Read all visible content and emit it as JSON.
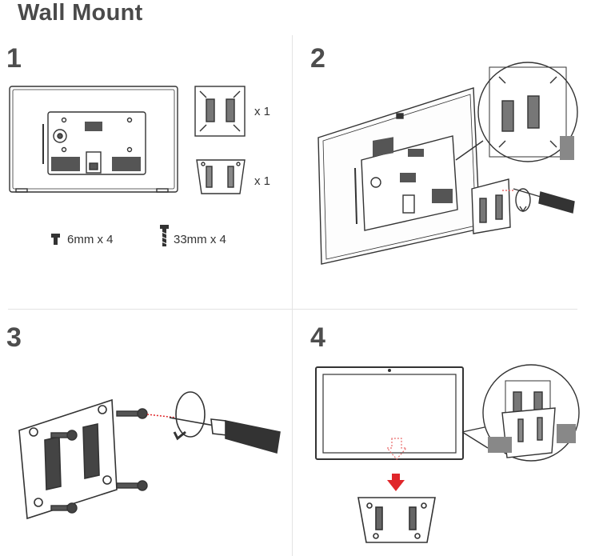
{
  "title": "Wall Mount",
  "steps": [
    {
      "number": "1"
    },
    {
      "number": "2"
    },
    {
      "number": "3"
    },
    {
      "number": "4"
    }
  ],
  "parts": {
    "plate_square_qty": "x 1",
    "plate_trapezoid_qty": "x 1",
    "screw_short": "6mm x 4",
    "screw_long": "33mm x 4"
  },
  "colors": {
    "line": "#333333",
    "accent_arrow": "#e0262a",
    "dashed_arrow": "#e86a6a"
  }
}
